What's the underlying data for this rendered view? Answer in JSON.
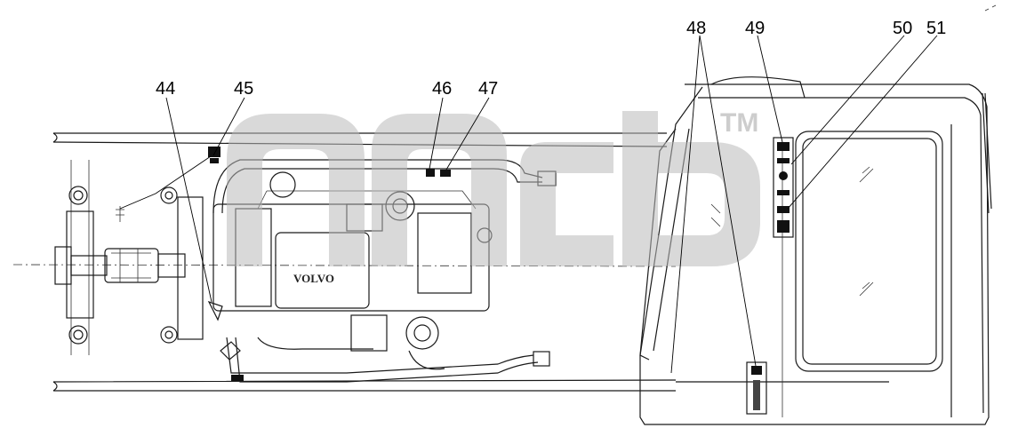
{
  "callouts": [
    {
      "id": "44",
      "label": "44"
    },
    {
      "id": "45",
      "label": "45"
    },
    {
      "id": "46",
      "label": "46"
    },
    {
      "id": "47",
      "label": "47"
    },
    {
      "id": "48",
      "label": "48"
    },
    {
      "id": "49",
      "label": "49"
    },
    {
      "id": "50",
      "label": "50"
    },
    {
      "id": "51",
      "label": "51"
    }
  ],
  "engine_brand": "VOLVO",
  "watermark": {
    "text": "TM"
  }
}
